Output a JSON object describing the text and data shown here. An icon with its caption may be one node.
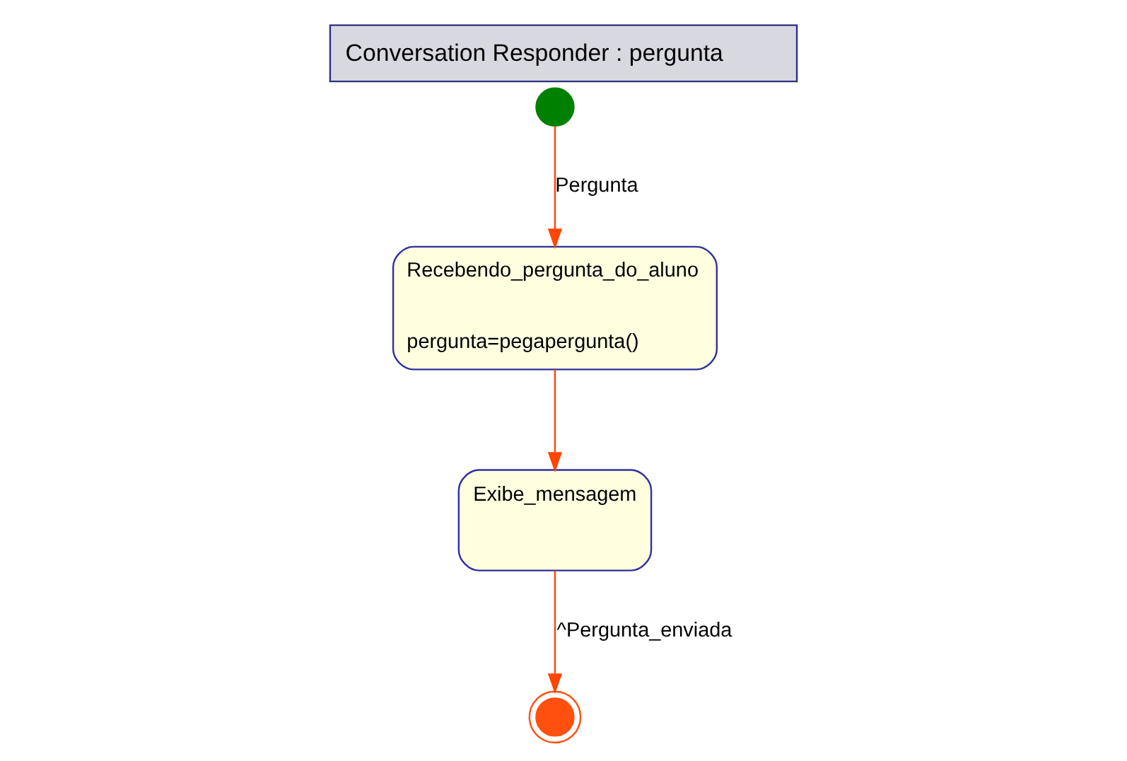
{
  "diagram": {
    "title": "Conversation Responder : pergunta",
    "nodes": [
      {
        "text": [],
        "shape": "circle"
      },
      {
        "text": [],
        "shape": "circle"
      },
      {
        "text": [
          "Recebendo_pergunta_do_aluno",
          "pergunta=pegapergunta()"
        ]
      },
      {
        "text": [
          "Exibe_mensagem"
        ]
      }
    ],
    "edges": [
      {
        "from": 0,
        "to": 2,
        "arrow": "to",
        "label": "Pergunta"
      },
      {
        "from": 2,
        "to": 3,
        "arrow": "to"
      },
      {
        "from": 3,
        "to": 1,
        "arrow": "to",
        "label": "^Pergunta_enviada"
      }
    ]
  }
}
